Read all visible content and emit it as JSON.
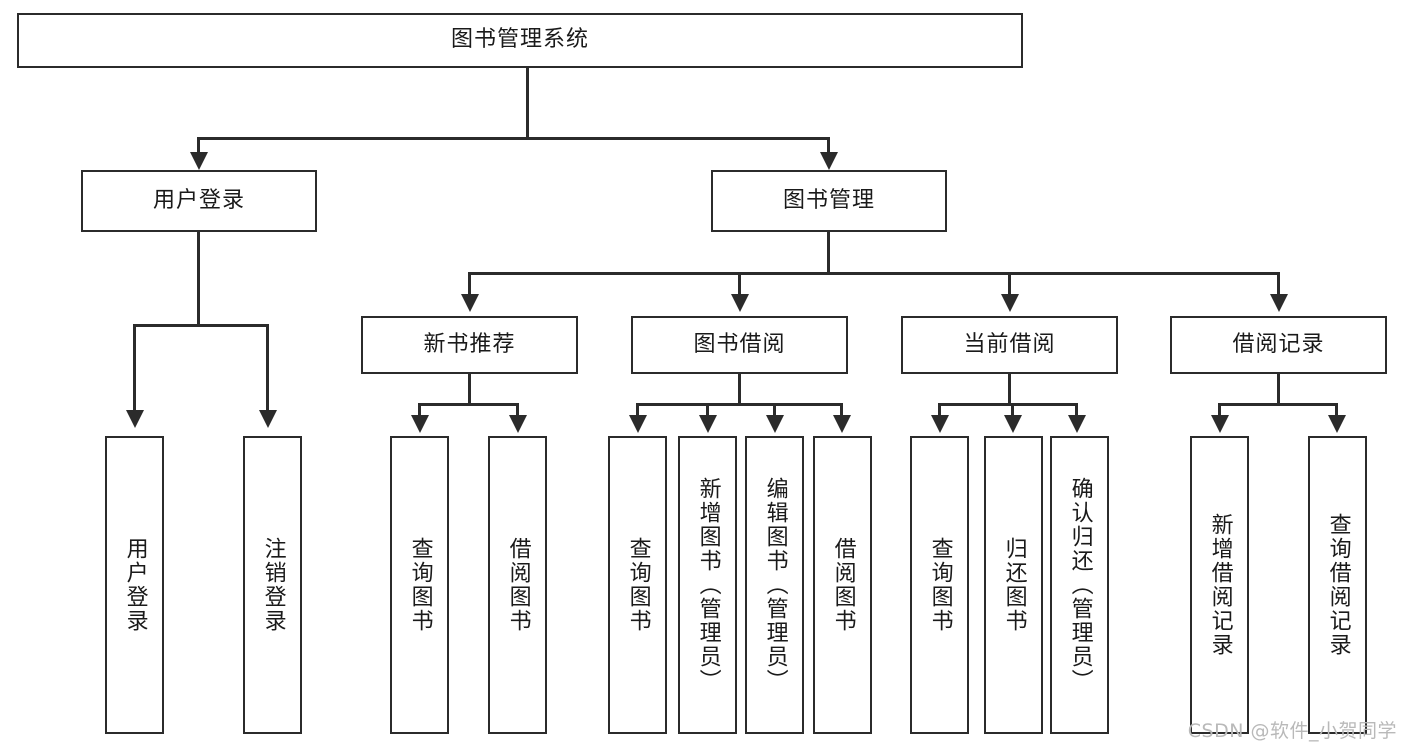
{
  "diagram": {
    "title": "图书管理系统",
    "type": "tree",
    "watermark": "CSDN @软件_小贺同学",
    "nodes": {
      "root": {
        "label": "图书管理系统"
      },
      "l2": [
        {
          "id": "user-login",
          "label": "用户登录"
        },
        {
          "id": "book-manage",
          "label": "图书管理"
        }
      ],
      "l3": [
        {
          "id": "new-book-rec",
          "label": "新书推荐"
        },
        {
          "id": "book-borrow",
          "label": "图书借阅"
        },
        {
          "id": "current-borrow",
          "label": "当前借阅"
        },
        {
          "id": "borrow-record",
          "label": "借阅记录"
        }
      ],
      "leaves": [
        {
          "id": "leaf-user-login",
          "label": "用户登录",
          "parent": "user-login"
        },
        {
          "id": "leaf-user-logout",
          "label": "注销登录",
          "parent": "user-login"
        },
        {
          "id": "leaf-query-book-1",
          "label": "查询图书",
          "parent": "new-book-rec"
        },
        {
          "id": "leaf-borrow-book-1",
          "label": "借阅图书",
          "parent": "new-book-rec"
        },
        {
          "id": "leaf-query-book-2",
          "label": "查询图书",
          "parent": "book-borrow"
        },
        {
          "id": "leaf-add-book",
          "label": "新增图书（管理员）",
          "parent": "book-borrow"
        },
        {
          "id": "leaf-edit-book",
          "label": "编辑图书（管理员）",
          "parent": "book-borrow"
        },
        {
          "id": "leaf-borrow-book-2",
          "label": "借阅图书",
          "parent": "book-borrow"
        },
        {
          "id": "leaf-query-book-3",
          "label": "查询图书",
          "parent": "current-borrow"
        },
        {
          "id": "leaf-return-book",
          "label": "归还图书",
          "parent": "current-borrow"
        },
        {
          "id": "leaf-confirm-return",
          "label": "确认归还（管理员）",
          "parent": "current-borrow"
        },
        {
          "id": "leaf-add-record",
          "label": "新增借阅记录",
          "parent": "borrow-record"
        },
        {
          "id": "leaf-query-record",
          "label": "查询借阅记录",
          "parent": "borrow-record"
        }
      ]
    },
    "colors": {
      "stroke": "#2b2b2b",
      "fill": "#ffffff",
      "text": "#1a1a1a",
      "watermark": "#b9b9b9"
    }
  }
}
